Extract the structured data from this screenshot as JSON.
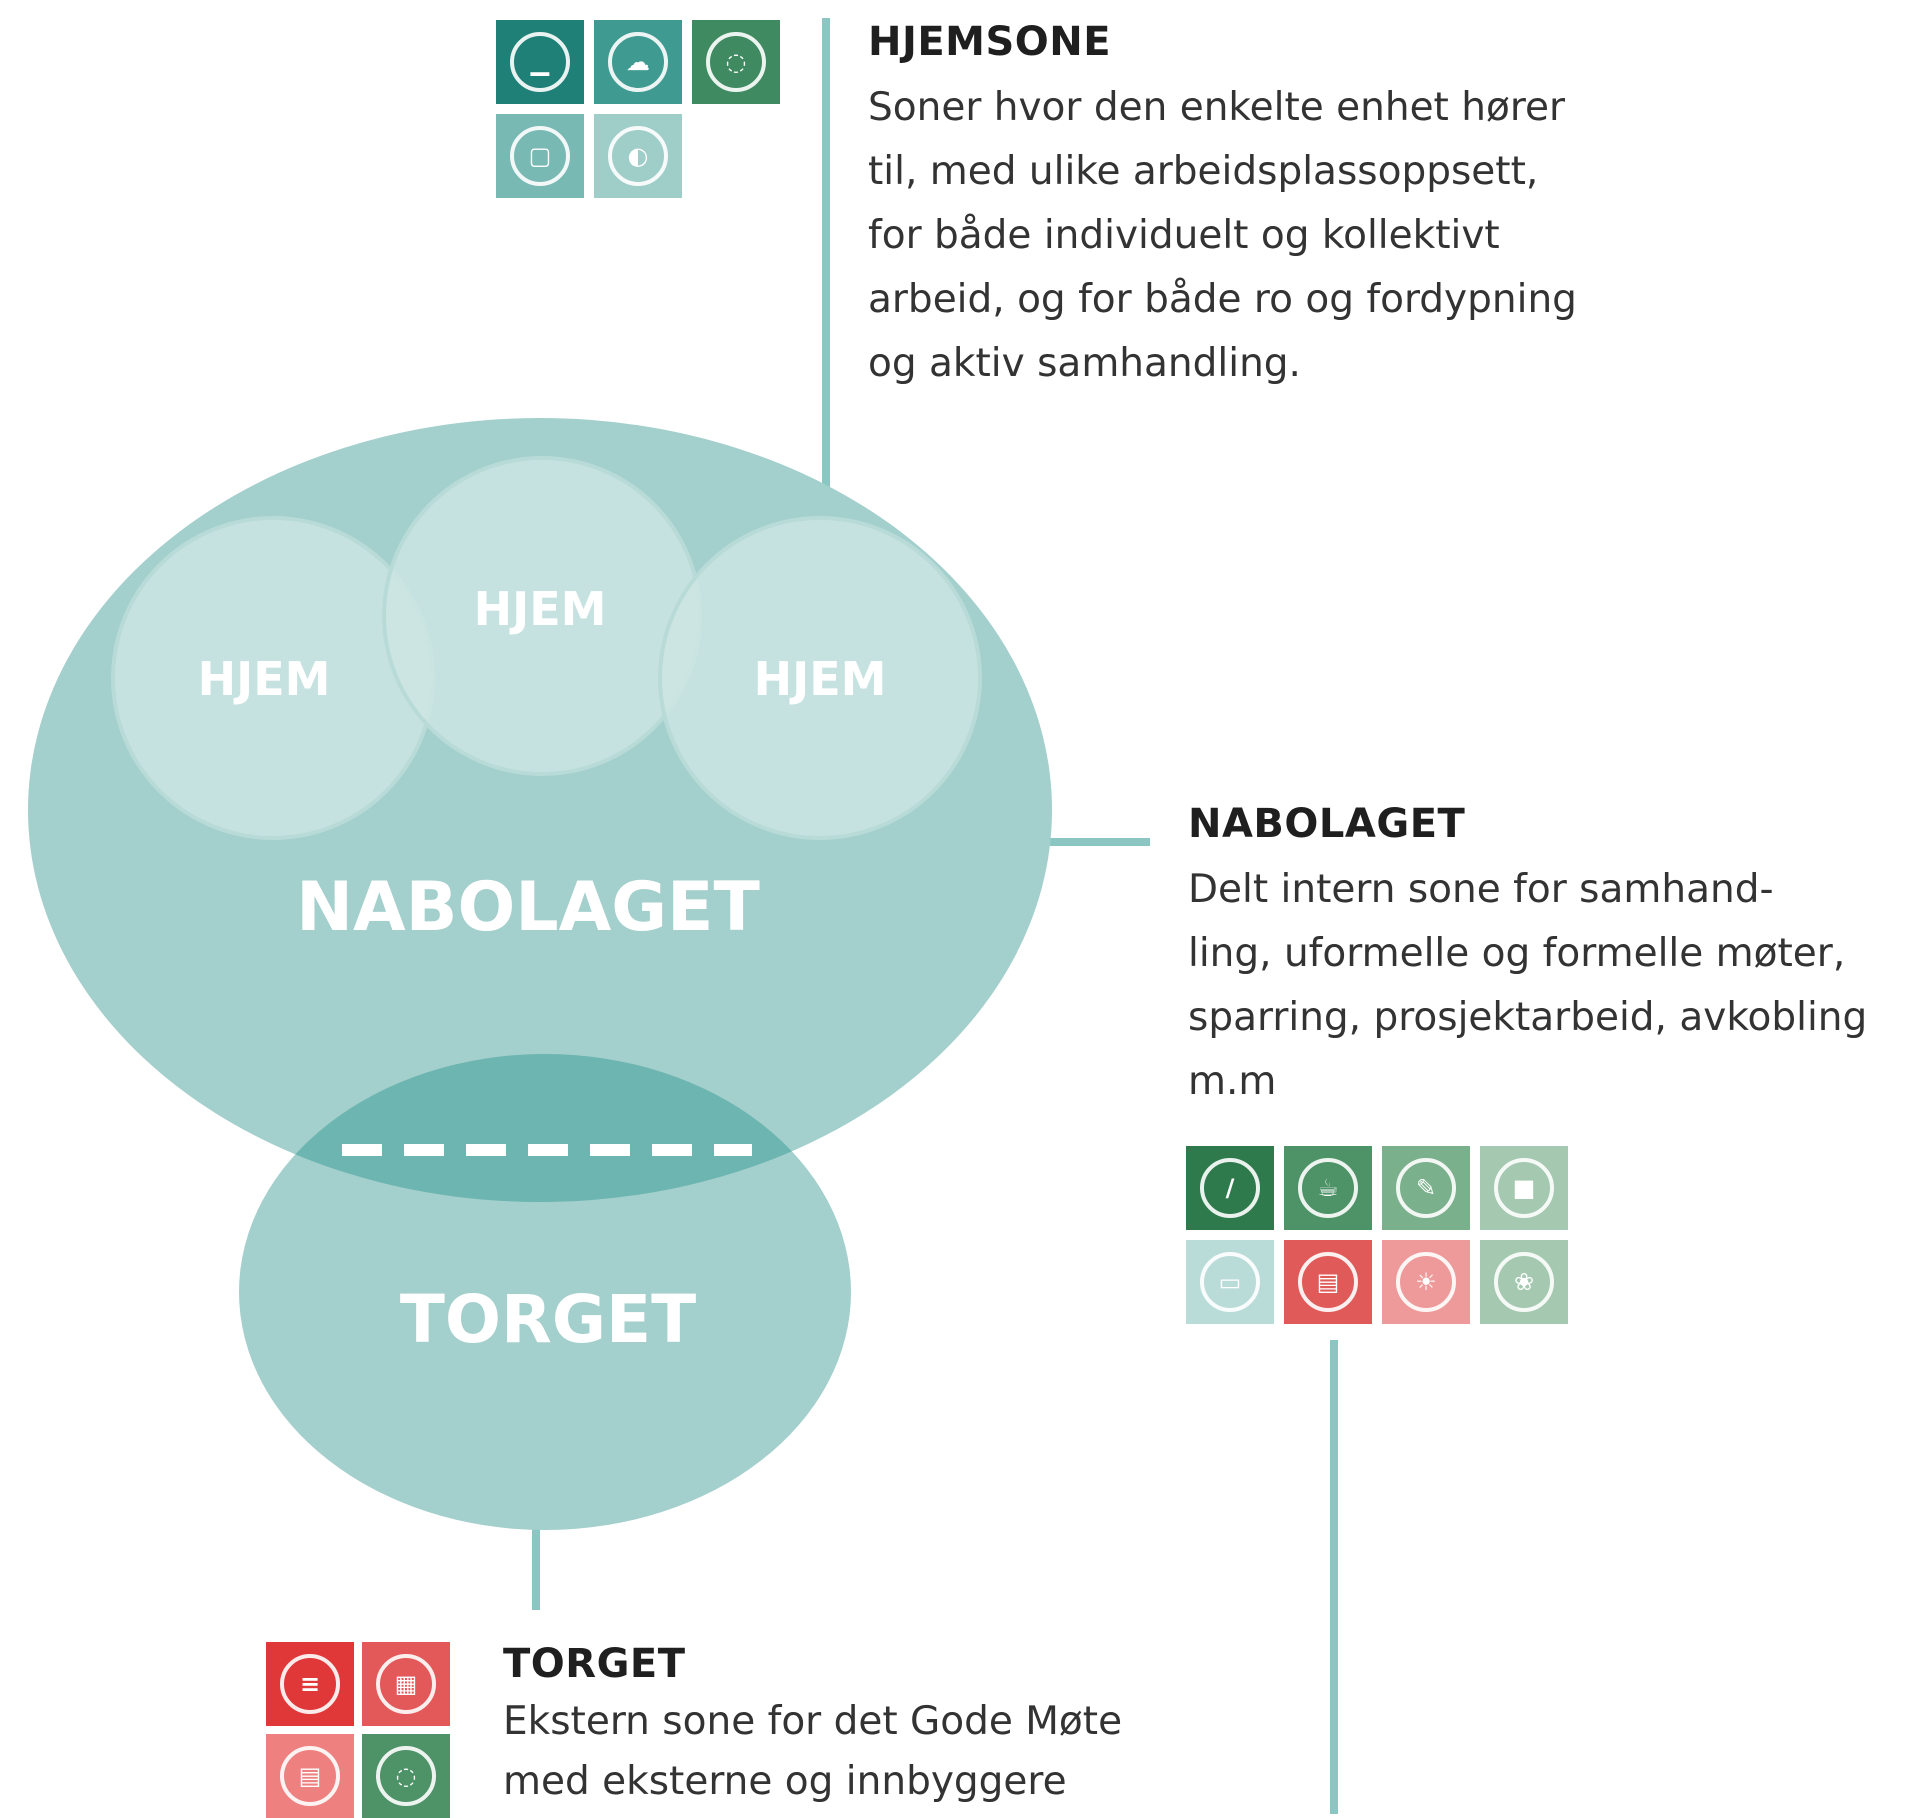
{
  "diagram": {
    "zones": {
      "hjem": [
        "HJEM",
        "HJEM",
        "HJEM"
      ],
      "nabolaget": "NABOLAGET",
      "torget": "TORGET"
    }
  },
  "callouts": {
    "hjemsone": {
      "title": "HJEMSONE",
      "text": "Soner hvor den enkelte enhet hører\ntil, med ulike arbeidsplassoppsett,\nfor både individuelt og kollektivt\narbeid, og for både ro og fordypning\nog aktiv samhandling."
    },
    "nabolaget": {
      "title": "NABOLAGET",
      "text": "Delt intern sone for samhand-\nling, uformelle og formelle møter,\nsparring, prosjektarbeid, avkobling\nm.m"
    },
    "torget": {
      "title": "TORGET",
      "text": "Ekstern sone for det Gode Møte\nmed eksterne og innbyggere"
    }
  },
  "icons": {
    "hjemsone": [
      {
        "name": "workstation-icon",
        "color": "#1e8076",
        "glyph": "▁"
      },
      {
        "name": "collaboration-icon",
        "color": "#3f9a91",
        "glyph": "☁"
      },
      {
        "name": "chat-icon",
        "color": "#3f8a60",
        "glyph": "◌"
      },
      {
        "name": "quiet-room-icon",
        "color": "#79b9b3",
        "glyph": "▢"
      },
      {
        "name": "focus-icon",
        "color": "#9fcec9",
        "glyph": "◐"
      }
    ],
    "nabolaget": [
      {
        "name": "pen-icon",
        "color": "#2e7a4c",
        "glyph": "∕"
      },
      {
        "name": "coffee-icon",
        "color": "#4e9268",
        "glyph": "☕"
      },
      {
        "name": "tools-icon",
        "color": "#7ab08c",
        "glyph": "✎"
      },
      {
        "name": "meeting-icon",
        "color": "#a5c9b0",
        "glyph": "■"
      },
      {
        "name": "card-icon",
        "color": "#b9dcd9",
        "glyph": "▭"
      },
      {
        "name": "counter-icon",
        "color": "#e05a5a",
        "glyph": "▤"
      },
      {
        "name": "idea-icon",
        "color": "#ef9a9a",
        "glyph": "☀"
      },
      {
        "name": "plant-icon",
        "color": "#a5c9b0",
        "glyph": "❀"
      }
    ],
    "torget": [
      {
        "name": "reception-icon",
        "color": "#e03838",
        "glyph": "≡"
      },
      {
        "name": "calendar-icon",
        "color": "#e35858",
        "glyph": "▦"
      },
      {
        "name": "counter-icon",
        "color": "#ef8080",
        "glyph": "▤"
      },
      {
        "name": "chat-icon",
        "color": "#4e9268",
        "glyph": "◌"
      }
    ]
  },
  "colors": {
    "nabolaget_fill": "#a3cfcc",
    "hjem_fill": "#cde5e3",
    "torget_fill": "#a3cfcc",
    "overlap_fill": "#6db5b0",
    "connector": "#8cc6c2"
  }
}
